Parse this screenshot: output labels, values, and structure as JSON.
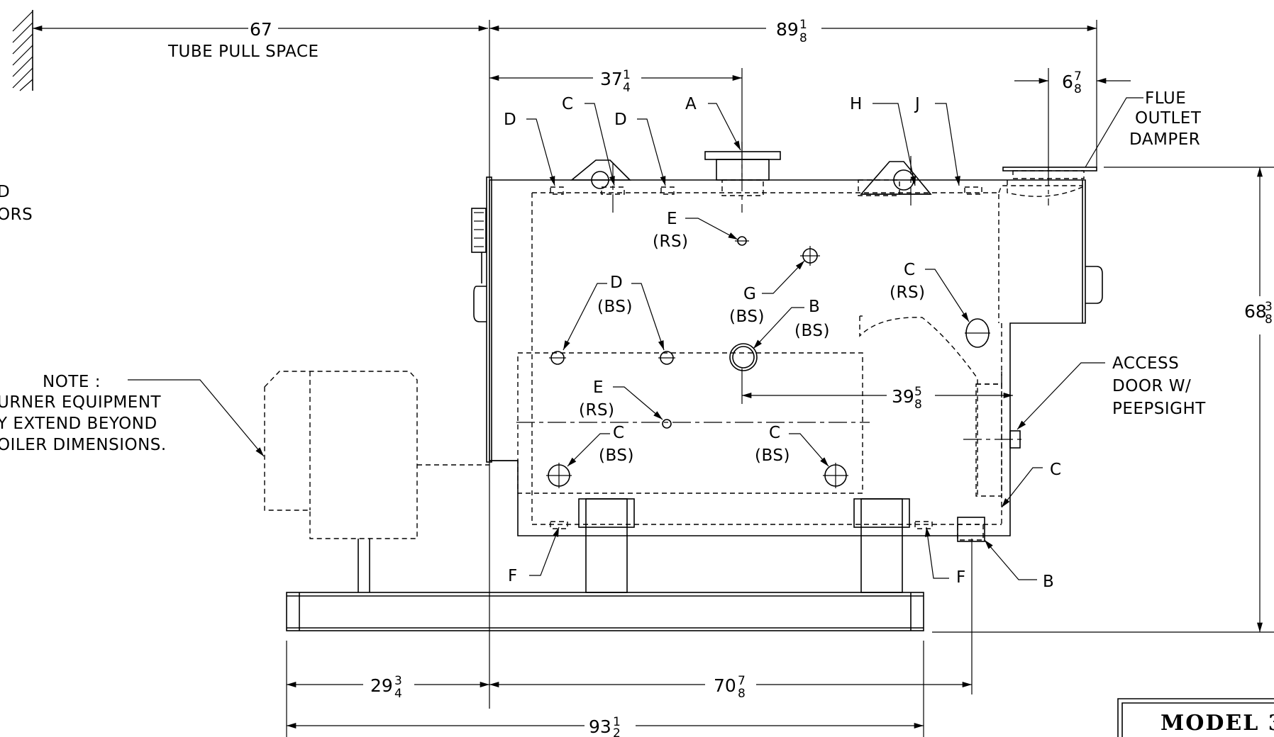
{
  "dimensions": {
    "tube_pull": {
      "whole": "67",
      "label": "TUBE PULL SPACE"
    },
    "overall_top": {
      "whole": "89",
      "num": "1",
      "den": "8"
    },
    "top_left": {
      "whole": "37",
      "num": "1",
      "den": "4"
    },
    "flue": {
      "whole": "6",
      "num": "7",
      "den": "8"
    },
    "height": {
      "whole": "68",
      "num": "3",
      "den": "8"
    },
    "mid": {
      "whole": "39",
      "num": "5",
      "den": "8"
    },
    "bottom_left": {
      "whole": "29",
      "num": "3",
      "den": "4"
    },
    "bottom_mid": {
      "whole": "70",
      "num": "7",
      "den": "8"
    },
    "bottom_overall": {
      "whole": "93",
      "num": "1",
      "den": "2"
    }
  },
  "labels": {
    "D1": "D",
    "C1": "C",
    "D2": "D",
    "A": "A",
    "H": "H",
    "J": "J",
    "E_top": "E",
    "RS": "(RS)",
    "BS": "(BS)",
    "G": "G",
    "B_mid": "B",
    "C_right": "C",
    "D_bs": "D",
    "E_low": "E",
    "C_bs1": "C",
    "C_bs2": "C",
    "F1": "F",
    "F2": "F",
    "B_bottom": "B",
    "C_access": "C"
  },
  "flue_callout": [
    "FLUE",
    "OUTLET",
    "DAMPER"
  ],
  "access_callout": [
    "ACCESS",
    "DOOR W/",
    "PEEPSIGHT"
  ],
  "note": {
    "title": "NOTE :",
    "lines": [
      "URNER EQUIPMENT",
      "Y EXTEND BEYOND",
      "OILER DIMENSIONS."
    ]
  },
  "cut_text": {
    "line1": "D",
    "line2": "ORS"
  },
  "title_block": {
    "model": "MODEL 3"
  }
}
